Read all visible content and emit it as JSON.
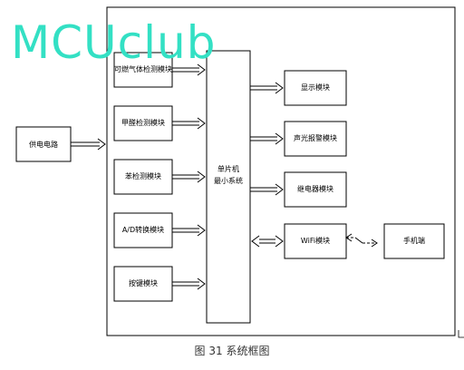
{
  "watermark": "MCUclub",
  "caption": "图 31 系统框图",
  "diagram": {
    "power": "供电电路",
    "mcu": "单片机\n最小系统",
    "inputs": [
      "可燃气体检测模块",
      "甲醛检测模块",
      "苯检测模块",
      "A/D转换模块",
      "按键模块"
    ],
    "outputs": [
      "显示模块",
      "声光报警模块",
      "继电器模块",
      "WiFi模块"
    ],
    "phone": "手机端"
  },
  "colors": {
    "stroke": "#000000",
    "watermark": "#33e0c4"
  }
}
